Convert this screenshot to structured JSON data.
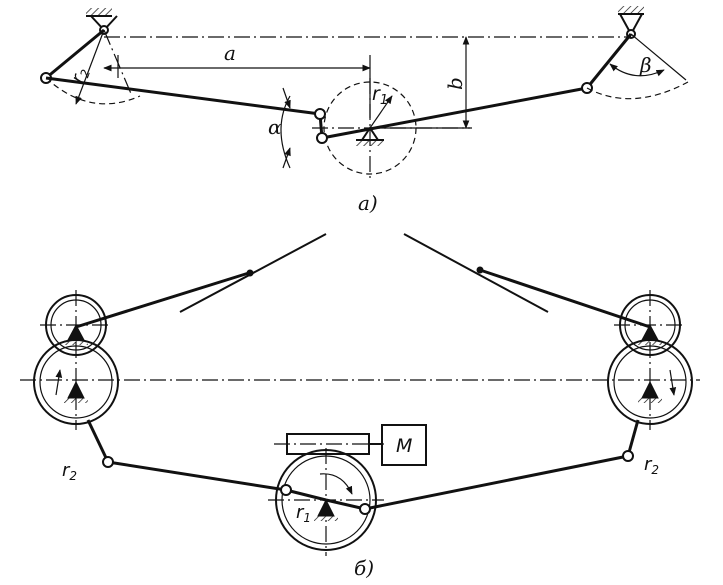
{
  "diagram_a": {
    "caption": "a)",
    "labels": {
      "a": "a",
      "b": "b",
      "r1": "r",
      "r1_sub": "1",
      "r2": "r",
      "r2_sub": "2",
      "alpha": "α",
      "beta": "β"
    }
  },
  "diagram_b": {
    "caption": "б)",
    "labels": {
      "motor": "M",
      "r1": "r",
      "r1_sub": "1",
      "r2_left": "r",
      "r2_left_sub": "2",
      "r2_right": "r",
      "r2_right_sub": "2"
    }
  }
}
